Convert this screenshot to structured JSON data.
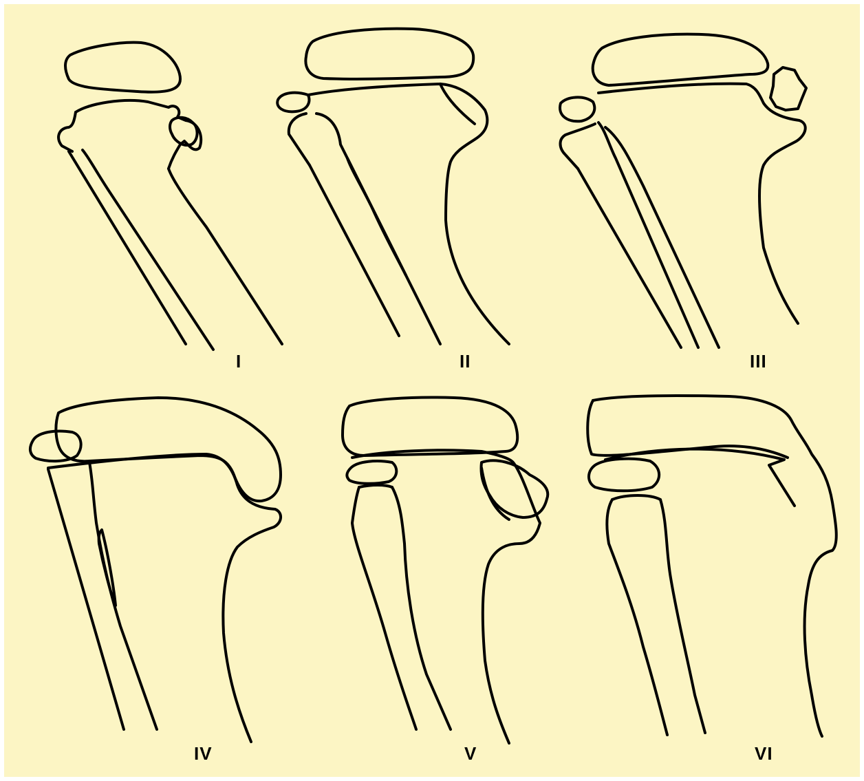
{
  "colors": {
    "background": "#FCF5C4",
    "frame": "#FFFFFF",
    "line": "#000000"
  },
  "panels": [
    {
      "label": "I"
    },
    {
      "label": "II"
    },
    {
      "label": "III"
    },
    {
      "label": "IV"
    },
    {
      "label": "V"
    },
    {
      "label": "VI"
    }
  ]
}
